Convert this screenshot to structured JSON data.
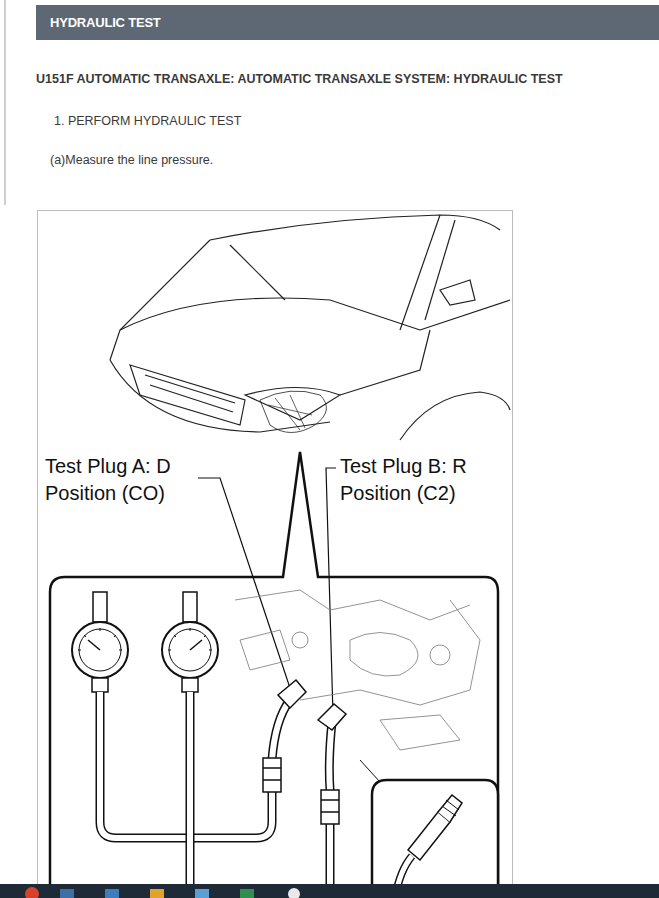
{
  "diagram": {
    "title": "HYDRAULIC TEST",
    "labels": [
      "U151F AUTOMATIC TRANSAXLE: AUTOMATIC TRANSAXLE SYSTEM: HYDRAULIC TEST",
      "1. PERFORM HYDRAULIC TEST",
      "(a)Measure the line pressure.",
      "Test Plug A: D Position (CO)",
      "Test Plug B: R Position (C2)"
    ]
  }
}
